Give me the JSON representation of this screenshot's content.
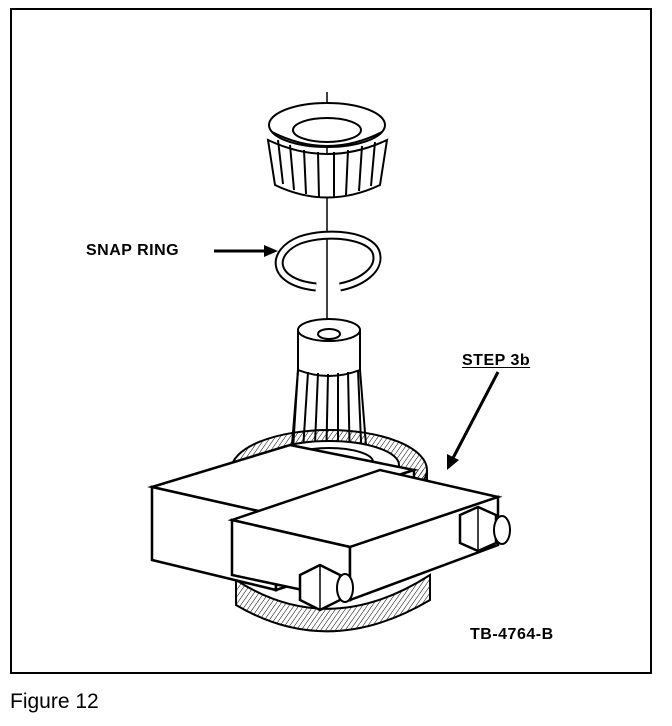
{
  "labels": {
    "snap_ring": "SNAP RING",
    "step": "STEP 3b",
    "figure_code": "TB-4764-B"
  },
  "caption": "Figure 12",
  "colors": {
    "ink": "#000000",
    "paper": "#ffffff",
    "shade": "#8a8a8a"
  }
}
